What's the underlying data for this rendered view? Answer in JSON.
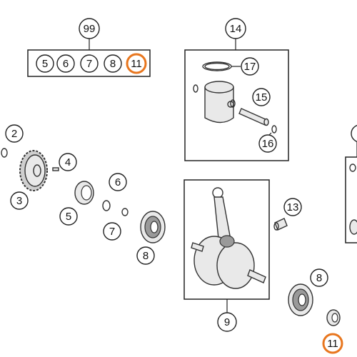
{
  "highlight_color": "#e8761e",
  "callouts": {
    "c99": "99",
    "kit_5": "5",
    "kit_6": "6",
    "kit_7": "7",
    "kit_8": "8",
    "kit_11": "11",
    "c14": "14",
    "c17": "17",
    "c15": "15",
    "c16": "16",
    "c2": "2",
    "c4": "4",
    "c3": "3",
    "c6": "6",
    "c5": "5",
    "c7": "7",
    "c8_left": "8",
    "c13": "13",
    "c9": "9",
    "c8_right": "8",
    "c11_bottom": "11"
  }
}
